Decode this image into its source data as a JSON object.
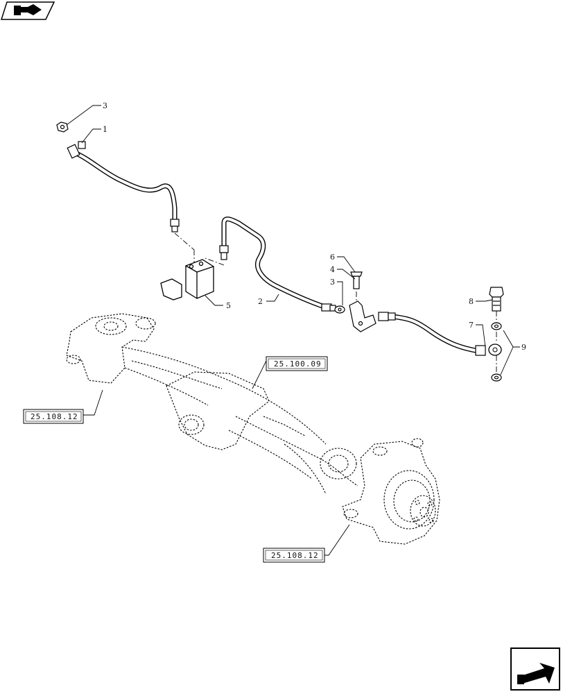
{
  "callouts": {
    "c_3_top": "3",
    "c_1": "1",
    "c_5": "5",
    "c_2": "2",
    "c_6": "6",
    "c_4": "4",
    "c_3_mid": "3",
    "c_8": "8",
    "c_7": "7",
    "c_9": "9"
  },
  "refs": {
    "ref_axle": "25.100.09",
    "ref_left": "25.108.12",
    "ref_right": "25.108.12"
  },
  "icons": {
    "top_left": "previous-page-arrow-icon",
    "bottom_right": "next-page-arrow-icon"
  }
}
